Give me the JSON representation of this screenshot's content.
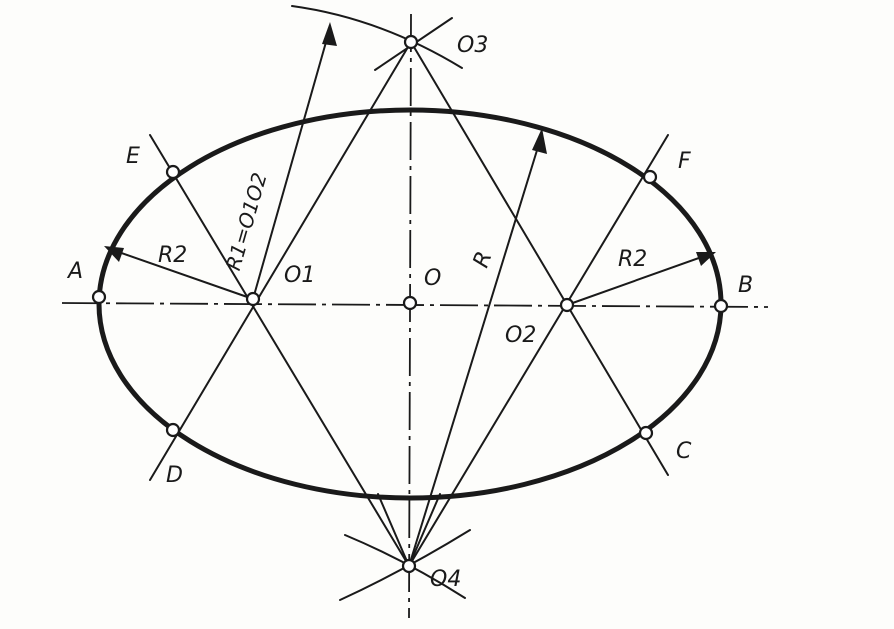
{
  "labels": {
    "O3": "O3",
    "O4": "O4",
    "O1": "O1",
    "O2": "O2",
    "O": "O",
    "A": "A",
    "B": "B",
    "C": "C",
    "D": "D",
    "E": "E",
    "F": "F",
    "R": "R",
    "R1": "R1=O1O2",
    "R2_left": "R2",
    "R2_right": "R2"
  },
  "colors": {
    "ink": "#1a1a1a",
    "paper": "#fdfdfb"
  }
}
